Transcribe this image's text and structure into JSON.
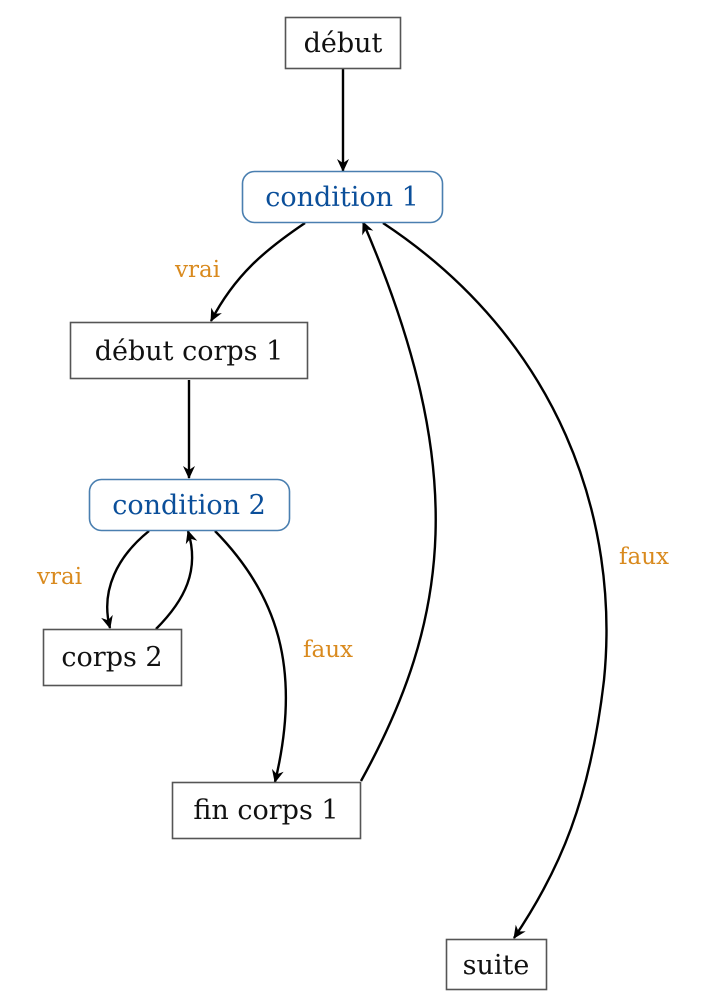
{
  "nodes": {
    "debut": "début",
    "condition1": "condition 1",
    "debut_corps1": "début corps 1",
    "condition2": "condition 2",
    "corps2": "corps 2",
    "fin_corps1": "fin corps 1",
    "suite": "suite"
  },
  "edge_labels": {
    "c1_vrai": "vrai",
    "c1_faux": "faux",
    "c2_vrai": "vrai",
    "c2_faux": "faux"
  },
  "colors": {
    "condition_border": "#4a7fb0",
    "condition_text": "#0b4f9a",
    "edge_label": "#d98a1e",
    "box_border": "#555555"
  }
}
